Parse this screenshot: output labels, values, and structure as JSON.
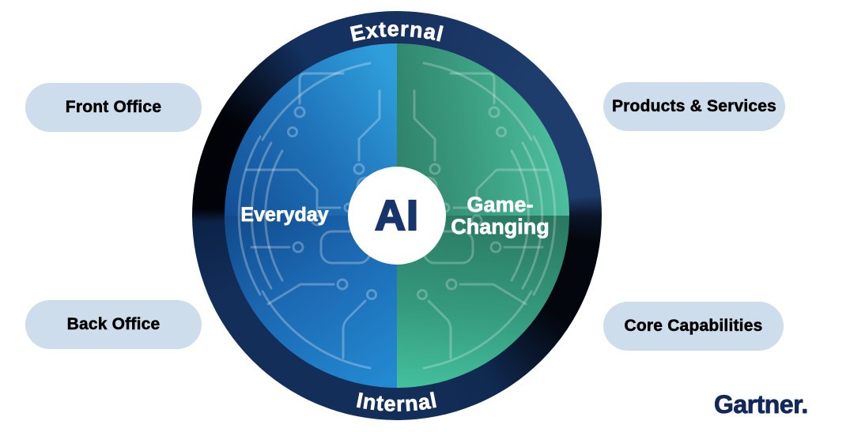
{
  "pills": {
    "front_office": "Front Office",
    "products_services": "Products & Services",
    "back_office": "Back Office",
    "core_capabilities": "Core Capabilities"
  },
  "wheel": {
    "outer_top": "External",
    "outer_bottom": "Internal",
    "left_half": "Everyday",
    "right_half_line1": "Game-",
    "right_half_line2": "Changing",
    "center": "AI"
  },
  "branding": {
    "logo": "Gartner."
  },
  "colors": {
    "ring_navy": "#132E59",
    "ring_black": "#03060C",
    "blue_light": "#2F9EDB",
    "blue_dark": "#134E95",
    "green_light": "#4DC09E",
    "green_dark": "#2A7A62",
    "pill_bg": "#CEDDEC",
    "center_text_navy": "#16356B",
    "logo_navy": "#12275A",
    "label_white": "#FFFFFF"
  }
}
